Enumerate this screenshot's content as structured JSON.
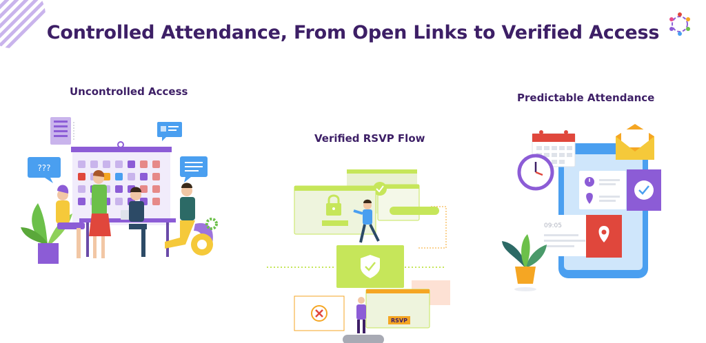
{
  "title": "Controlled Attendance, From Open Links to Verified Access",
  "sections": {
    "left": {
      "label": "Uncontrolled Access",
      "bubble": "???"
    },
    "middle": {
      "label": "Verified RSVP Flow",
      "tag": "RSVP"
    },
    "right": {
      "label": "Predictable Attendance",
      "time": "09:05"
    }
  },
  "colors": {
    "title": "#3d1f66",
    "purple": "#8c5cd6",
    "lime": "#c6e65a",
    "blue": "#4a9ff0",
    "red": "#e0473c",
    "orange": "#f5a623"
  }
}
